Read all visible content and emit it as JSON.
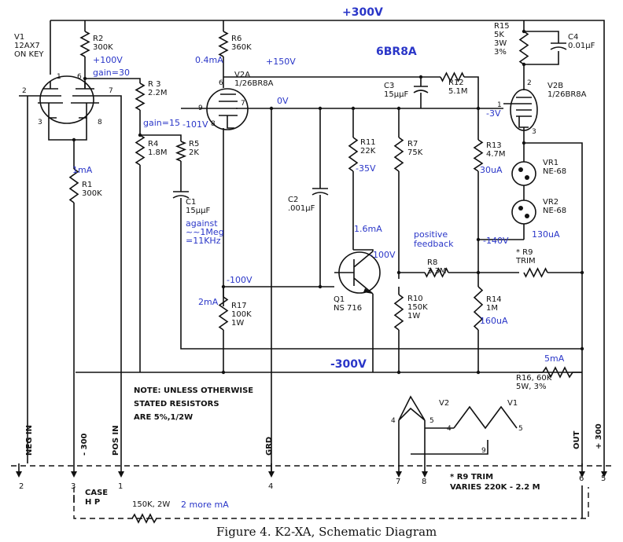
{
  "caption": "Figure 4.  K2-XA, Schematic Diagram",
  "rails": {
    "pos": "+300V",
    "neg": "-300V"
  },
  "tube_type": "6BR8A",
  "components": {
    "v1": [
      "V1",
      "12AX7",
      "ON KEY"
    ],
    "r2": [
      "R2",
      "300K"
    ],
    "r1": [
      "R1",
      "300K"
    ],
    "r3": [
      "R 3",
      "2.2M"
    ],
    "r4": [
      "R4",
      "1.8M"
    ],
    "r5": [
      "R5",
      "2K"
    ],
    "c1": [
      "C1",
      "15µµF"
    ],
    "r6": [
      "R6",
      "360K"
    ],
    "v2a": [
      "V2A",
      "1/26BR8A"
    ],
    "r17": [
      "R17",
      "100K",
      "1W"
    ],
    "c2": [
      "C2",
      ".001µF"
    ],
    "r11": [
      "R11",
      "22K"
    ],
    "q1": [
      "Q1",
      "NS 716"
    ],
    "r7": [
      "R7",
      "75K"
    ],
    "r10": [
      "R10",
      "150K",
      "1W"
    ],
    "c3": [
      "C3",
      "15µµF"
    ],
    "r12": [
      "R12",
      "5.1M"
    ],
    "r13": [
      "R13",
      "4.7M"
    ],
    "r8": [
      "R8",
      "3.3M"
    ],
    "r14": [
      "R14",
      "1M"
    ],
    "r15": [
      "R15",
      "5K",
      "3W",
      "3%"
    ],
    "c4": [
      "C4",
      "0.01µF"
    ],
    "v2b": [
      "V2B",
      "1/26BR8A"
    ],
    "vr1": [
      "VR1",
      "NE-68"
    ],
    "vr2": [
      "VR2",
      "NE-68"
    ],
    "r9": [
      "* R9",
      "TRIM"
    ],
    "r16": [
      "R16, 60K",
      "5W, 3%"
    ],
    "r150k": "150K, 2W"
  },
  "annotations": {
    "v_100": "+100V",
    "gain30": "gain=30",
    "i_04": "0.4mA",
    "v_150": "+150V",
    "gain15": "gain=15",
    "v_m101": "-101V",
    "v_0": "0V",
    "i_1ma": "1mA",
    "v_m35": "-35V",
    "v_m3": "-3V",
    "i_30ua": "30uA",
    "against": [
      "against",
      "~~1Meg",
      "=11KHz"
    ],
    "i_16": "1.6mA",
    "pos_fb": [
      "positive",
      "feedback"
    ],
    "v_m140": "-140V",
    "i_130ua": "130uA",
    "v_m100a": "-100V",
    "v_m100b": "-100V",
    "i_2ma": "2mA",
    "i_160ua": "160uA",
    "i_5ma": "5mA",
    "more_ma": "2 more mA"
  },
  "note": [
    "NOTE: UNLESS OTHERWISE",
    "STATED RESISTORS",
    "ARE 5%,1/2W"
  ],
  "terminals": {
    "neg_in": "NEG IN",
    "t300": "- 300",
    "pos_in": "POS IN",
    "grd": "GRD",
    "out": "OUT",
    "p300": "+ 300",
    "case": [
      "CASE",
      "H P"
    ]
  },
  "terminal_numbers": [
    "2",
    "3",
    "1",
    "4",
    "7",
    "8",
    "6",
    "5"
  ],
  "base_labels": {
    "v2": "V2",
    "v1": "V1"
  },
  "base_pins": [
    "4",
    "5",
    "4",
    "5",
    "9"
  ],
  "pins": [
    "1",
    "6",
    "2",
    "7",
    "3",
    "8",
    "6",
    "9",
    "7",
    "8",
    "2",
    "1",
    "3"
  ],
  "trim_note": [
    "* R9 TRIM",
    "VARIES 220K - 2.2 M"
  ]
}
